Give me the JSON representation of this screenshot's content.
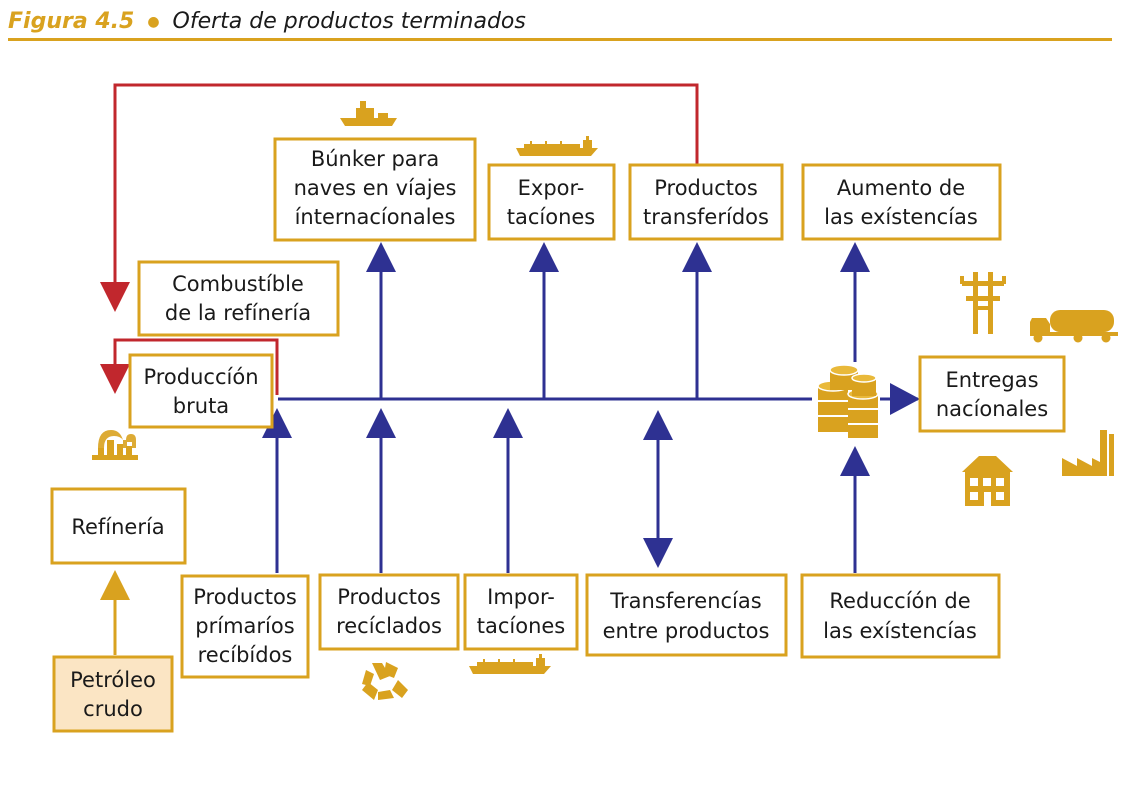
{
  "figure": {
    "label": "Figura 4.5",
    "caption": "Oferta de productos terminados"
  },
  "colors": {
    "accent": "#D9A21F",
    "flow": "#2E3192",
    "loop": "#C1272D",
    "crude_fill": "#FBE5C4",
    "text": "#1a1a1a"
  },
  "nodes": {
    "bunker": {
      "line1": "Búnker para",
      "line2": "naves en víajes",
      "line3": "ínternacíonales"
    },
    "exports": {
      "line1": "Expor-",
      "line2": "tacíones"
    },
    "transferred": {
      "line1": "Productos",
      "line2": "transferídos"
    },
    "stock_increase": {
      "line1": "Aumento de",
      "line2": "las exístencías"
    },
    "refinery_fuel": {
      "line1": "Combustíble",
      "line2": "de la refínería"
    },
    "gross_production": {
      "line1": "Produccíón",
      "line2": "bruta"
    },
    "refinery": {
      "line1": "Refínería"
    },
    "crude_oil": {
      "line1": "Petróleo",
      "line2": "crudo"
    },
    "primary_received": {
      "line1": "Productos",
      "line2": "prímaríos",
      "line3": "recíbídos"
    },
    "recycled": {
      "line1": "Productos",
      "line2": "recíclados"
    },
    "imports": {
      "line1": "Impor-",
      "line2": "tacíones"
    },
    "interproduct": {
      "line1": "Transferencías",
      "line2": "entre productos"
    },
    "stock_decrease": {
      "line1": "Reduccíón de",
      "line2": "las exístencías"
    },
    "deliveries": {
      "line1": "Entregas",
      "line2": "nacíonales"
    }
  },
  "icons": [
    "ship-icon",
    "tanker-ship-icon",
    "power-pylon-icon",
    "tanker-truck-icon",
    "oil-barrels-icon",
    "house-icon",
    "factory-icon",
    "refinery-tower-icon",
    "recycle-icon",
    "import-ship-icon"
  ]
}
